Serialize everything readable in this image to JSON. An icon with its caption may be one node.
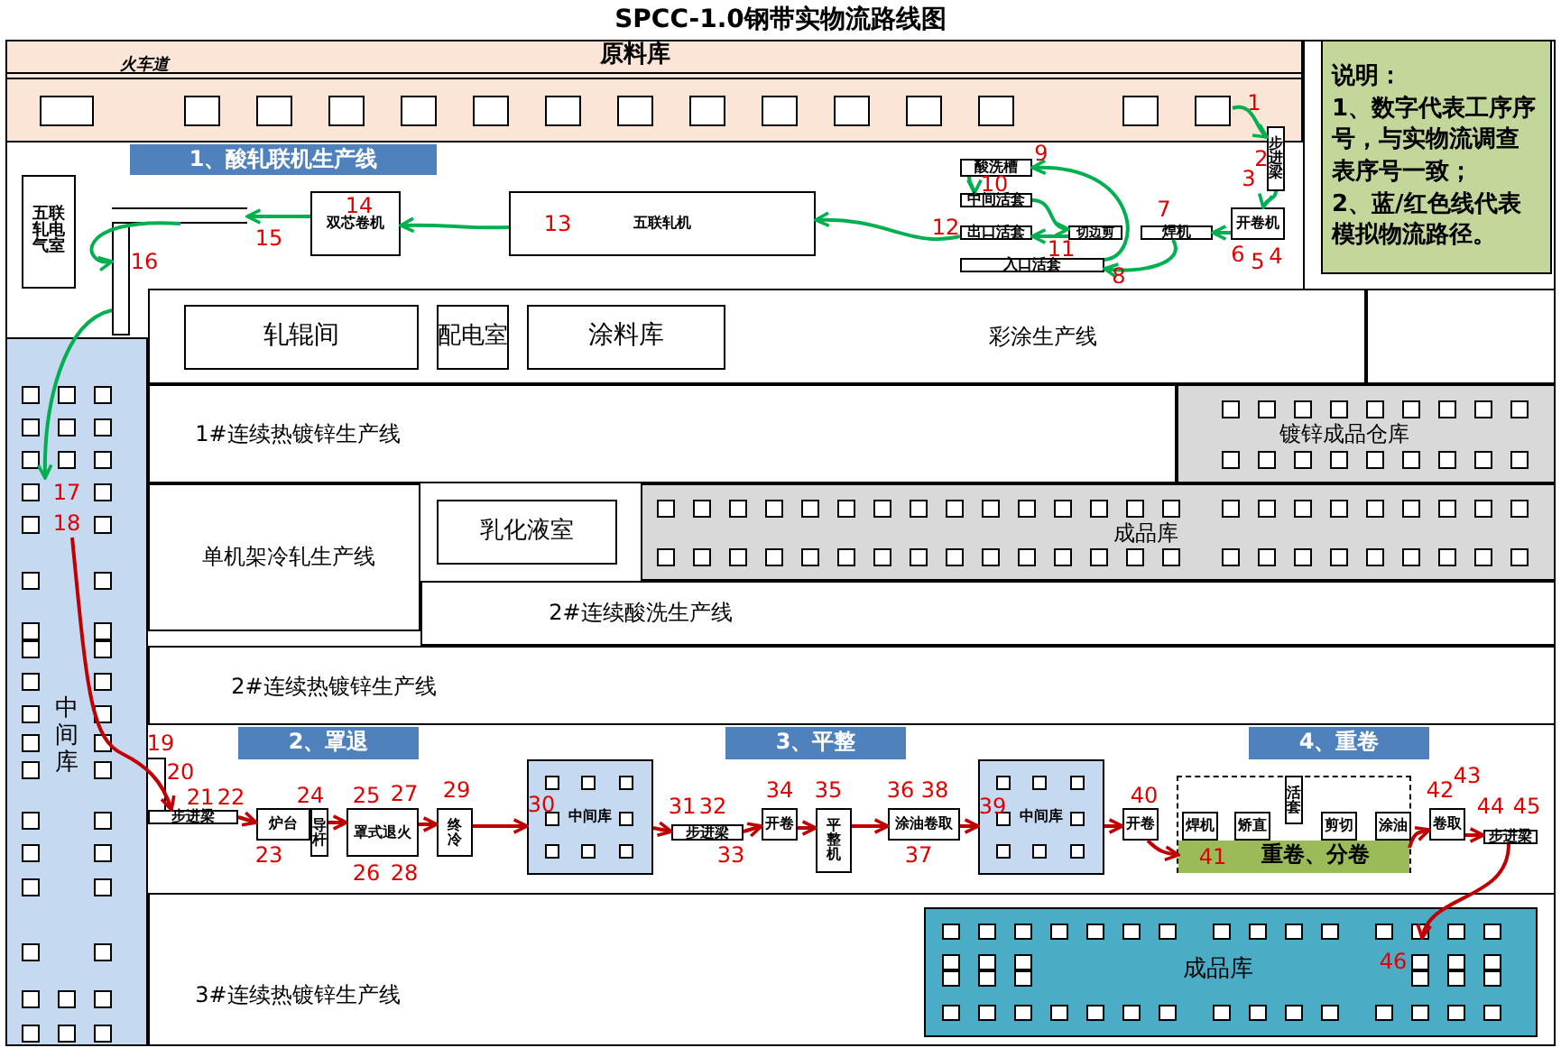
{
  "diagram": {
    "title": "SPCC-1.0钢带实物流路线图",
    "nodes": [
      {
        "text": [
          "原料库"
        ]
      },
      {
        "text": [],
        "shape": "box",
        "in": 0
      },
      {
        "text": [],
        "shape": "box",
        "in": 0
      },
      {
        "text": [],
        "shape": "box",
        "in": 0
      },
      {
        "text": [],
        "shape": "box",
        "in": 0
      },
      {
        "text": [],
        "shape": "box",
        "in": 0
      },
      {
        "text": [],
        "shape": "box",
        "in": 0
      },
      {
        "text": [],
        "shape": "box",
        "in": 0
      },
      {
        "text": [],
        "shape": "box",
        "in": 0
      },
      {
        "text": [],
        "shape": "box",
        "in": 0
      },
      {
        "text": [],
        "shape": "box",
        "in": 0
      },
      {
        "text": [],
        "shape": "box",
        "in": 0
      },
      {
        "text": [],
        "shape": "box",
        "in": 0
      },
      {
        "text": [],
        "shape": "box",
        "in": 0
      },
      {
        "text": [],
        "shape": "box",
        "in": 0
      },
      {
        "text": [],
        "shape": "box",
        "in": 0
      },
      {
        "text": [
          "说明：",
          "1、数字代表工序序号，与实物流调查表序号一致；",
          "2、蓝/红色线代表模拟物流路径。"
        ]
      },
      {
        "text": [
          "1、酸轧联机生产线"
        ]
      },
      {
        "text": [
          "五联轧电气室"
        ]
      },
      {
        "text": [
          "双芯卷机"
        ]
      },
      {
        "text": [
          "五联轧机"
        ]
      },
      {
        "text": [
          "酸洗槽"
        ]
      },
      {
        "text": [
          "中间活套"
        ]
      },
      {
        "text": [
          "出口活套"
        ]
      },
      {
        "text": [
          "入口活套"
        ]
      },
      {
        "text": [
          "切边剪"
        ]
      },
      {
        "text": [
          "焊机"
        ]
      },
      {
        "text": [
          "开卷机"
        ]
      },
      {
        "text": [
          "步进梁"
        ]
      },
      {
        "text": [],
        "shape": "bar"
      },
      {
        "text": [],
        "shape": "bar"
      },
      {
        "text": [
          "彩涂生产线"
        ]
      },
      {
        "text": [
          "轧辊间"
        ],
        "in": 31
      },
      {
        "text": [
          "配电室"
        ],
        "in": 31
      },
      {
        "text": [
          "涂料库"
        ],
        "in": 31
      },
      {
        "text": [
          "1#连续热镀锌生产线"
        ]
      },
      {
        "text": [
          "镀锌成品仓库"
        ]
      },
      {
        "text": [
          "单机架冷轧生产线"
        ]
      },
      {
        "text": [
          "乳化液室"
        ]
      },
      {
        "text": [
          "成品库"
        ]
      },
      {
        "text": [
          "2#连续酸洗生产线"
        ]
      },
      {
        "text": [
          "2#连续热镀锌生产线"
        ]
      },
      {
        "text": [
          "中间库"
        ]
      },
      {
        "text": [
          "2、罩退"
        ]
      },
      {
        "text": [
          "3、平整"
        ]
      },
      {
        "text": [
          "4、重卷"
        ]
      },
      {
        "text": [
          "步进梁"
        ]
      },
      {
        "text": [
          "炉台"
        ]
      },
      {
        "text": [
          "导杆"
        ]
      },
      {
        "text": [
          "罩式退火"
        ]
      },
      {
        "text": [
          "终冷"
        ]
      },
      {
        "text": [
          "中间库"
        ]
      },
      {
        "text": [
          "步进梁"
        ]
      },
      {
        "text": [
          "开卷"
        ]
      },
      {
        "text": [
          "平整机"
        ]
      },
      {
        "text": [
          "涂油卷取"
        ]
      },
      {
        "text": [
          "中间库"
        ]
      },
      {
        "text": [
          "开卷"
        ]
      },
      {
        "text": [],
        "shape": "box"
      },
      {
        "text": [
          "焊机"
        ],
        "in": 58
      },
      {
        "text": [
          "矫直"
        ],
        "in": 58
      },
      {
        "text": [
          "活套"
        ],
        "in": 58
      },
      {
        "text": [
          "剪切"
        ],
        "in": 58
      },
      {
        "text": [
          "涂油"
        ],
        "in": 58
      },
      {
        "text": [
          "重卷、分卷"
        ],
        "in": 58
      },
      {
        "text": [
          "卷取"
        ]
      },
      {
        "text": [
          "步进梁"
        ]
      },
      {
        "text": [
          "3#连续热镀锌生产线"
        ]
      },
      {
        "text": [
          "成品库"
        ],
        "in": 67
      }
    ],
    "edges": [
      {
        "from": 15,
        "to": 28,
        "arrow": "to",
        "color": "#00b050"
      },
      {
        "from": 28,
        "to": 27,
        "arrow": "to",
        "color": "#00b050"
      },
      {
        "from": 27,
        "to": 26,
        "arrow": "to",
        "color": "#00b050"
      },
      {
        "from": 26,
        "to": 24,
        "arrow": "to",
        "color": "#00b050"
      },
      {
        "from": 24,
        "to": 21,
        "arrow": "to",
        "color": "#00b050"
      },
      {
        "from": 21,
        "to": 22,
        "arrow": "to",
        "color": "#00b050"
      },
      {
        "from": 22,
        "to": 25,
        "arrow": "to",
        "color": "#00b050"
      },
      {
        "from": 25,
        "to": 23,
        "arrow": "to",
        "color": "#00b050"
      },
      {
        "from": 23,
        "to": 20,
        "arrow": "to",
        "color": "#00b050"
      },
      {
        "from": 20,
        "to": 19,
        "arrow": "to",
        "color": "#00b050"
      },
      {
        "from": 19,
        "to": 29,
        "arrow": "to",
        "color": "#00b050"
      },
      {
        "from": 29,
        "to": 30,
        "arrow": "to",
        "color": "#00b050"
      },
      {
        "from": 30,
        "to": 42,
        "arrow": "to",
        "color": "#00b050"
      },
      {
        "from": 42,
        "to": 46,
        "arrow": "to"
      },
      {
        "from": 46,
        "to": 47,
        "arrow": "to"
      },
      {
        "from": 48,
        "to": 49,
        "arrow": "to"
      },
      {
        "from": 49,
        "to": 50,
        "arrow": "to"
      },
      {
        "from": 50,
        "to": 51,
        "arrow": "to"
      },
      {
        "from": 51,
        "to": 52,
        "arrow": "to"
      },
      {
        "from": 52,
        "to": 53,
        "arrow": "to"
      },
      {
        "from": 53,
        "to": 54,
        "arrow": "to"
      },
      {
        "from": 54,
        "to": 55,
        "arrow": "to"
      },
      {
        "from": 55,
        "to": 56,
        "arrow": "to"
      },
      {
        "from": 56,
        "to": 57,
        "arrow": "to"
      },
      {
        "from": 57,
        "to": 64,
        "arrow": "to"
      },
      {
        "from": 64,
        "to": 65,
        "arrow": "to"
      },
      {
        "from": 65,
        "to": 66,
        "arrow": "to"
      },
      {
        "from": 66,
        "to": 68,
        "arrow": "to"
      }
    ],
    "labels": [
      "火车道",
      "1",
      "9",
      "2",
      "10",
      "3",
      "14",
      "7",
      "13",
      "12",
      "15",
      "11",
      "16",
      "8",
      "6",
      "5",
      "4",
      "17",
      "18",
      "19",
      "20",
      "43",
      "21",
      "22",
      "24",
      "25",
      "27",
      "29",
      "30",
      "31",
      "32",
      "34",
      "35",
      "36",
      "38",
      "39",
      "40",
      "42",
      "44",
      "45",
      "23",
      "26",
      "28",
      "33",
      "37",
      "41",
      "46"
    ]
  }
}
